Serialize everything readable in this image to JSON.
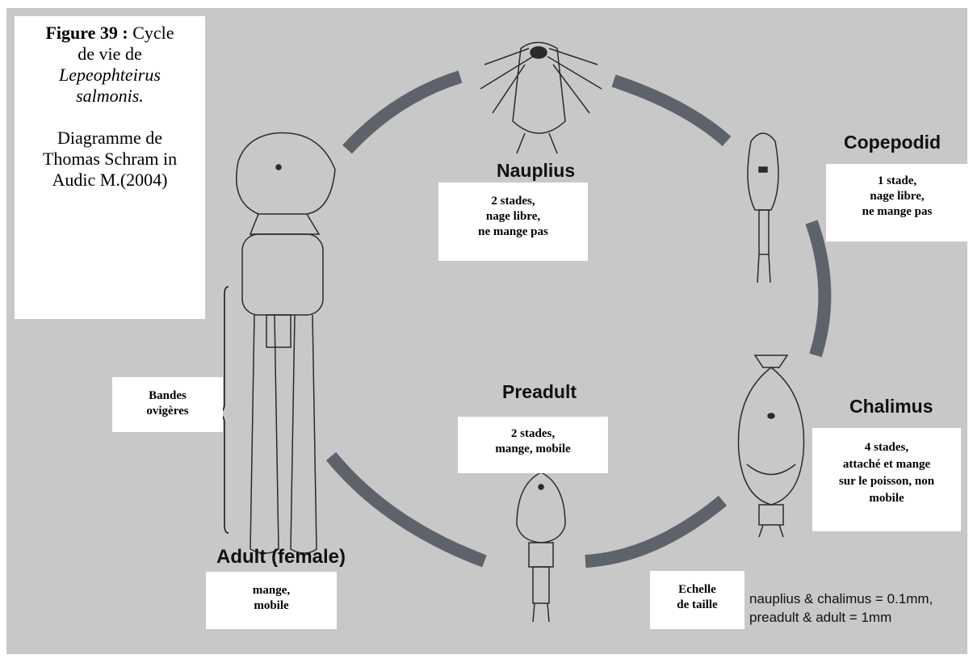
{
  "caption": {
    "figure_label": "Figure 39 :",
    "lines": [
      "Cycle",
      "de vie de"
    ],
    "species_italic": [
      "Lepeophteirus",
      "salmonis."
    ],
    "credit": [
      "Diagramme de",
      "Thomas Schram in",
      "Audic M.(2004)"
    ]
  },
  "stages": {
    "nauplius": "Nauplius",
    "copepodid": "Copepodid",
    "chalimus": "Chalimus",
    "preadult": "Preadult",
    "adult": "Adult (female)"
  },
  "annotations": {
    "nauplius": [
      "2 stades,",
      "nage libre,",
      "ne mange pas"
    ],
    "copepodid": [
      "1 stade,",
      "nage libre,",
      "ne mange pas"
    ],
    "chalimus": [
      "4 stades,",
      "attaché et  mange",
      "sur le poisson, non",
      "mobile"
    ],
    "preadult": [
      "2 stades,",
      "mange, mobile"
    ],
    "adult": [
      "mange,",
      "mobile"
    ],
    "bands": [
      "Bandes",
      "ovigères"
    ],
    "scale": [
      "Echelle",
      "de taille"
    ]
  },
  "scale_text": [
    "nauplius & chalimus = 0.1mm,",
    "preadult & adult = 1mm"
  ],
  "colors": {
    "background": "#c8c8c8",
    "cycle_arrow": "#5e636b",
    "drawing": "#2a2a2a"
  }
}
